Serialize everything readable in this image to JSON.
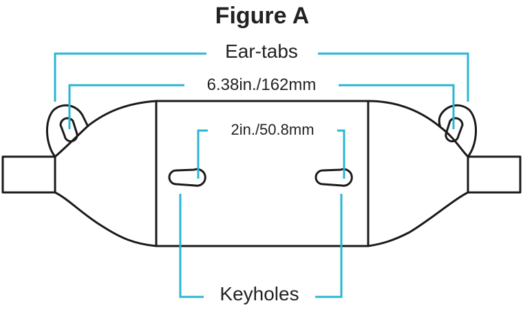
{
  "figure": {
    "title": "Figure A",
    "labels": {
      "ear_tabs": "Ear-tabs",
      "width": "6.38in./162mm",
      "keyhole_spacing": "2in./50.8mm",
      "keyholes": "Keyholes"
    }
  },
  "colors": {
    "accent": "#29b6d6",
    "outline": "#1a1a1a",
    "text": "#222222"
  }
}
